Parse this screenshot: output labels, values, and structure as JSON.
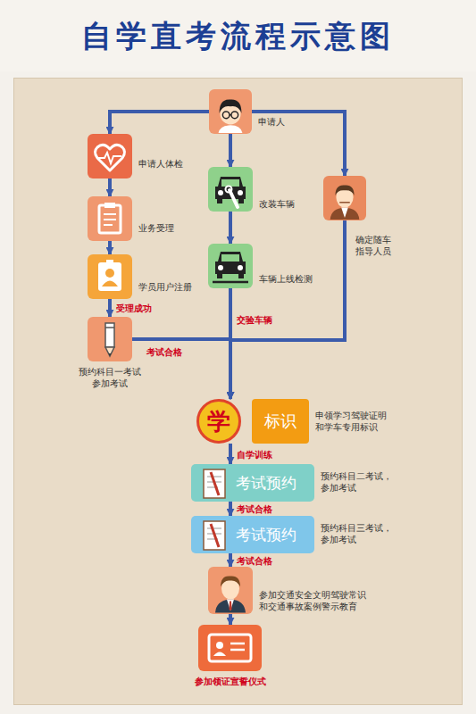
{
  "diagram": {
    "title": "自学直考流程示意图",
    "nodes": [
      {
        "text": [
          "申请人"
        ]
      },
      {
        "text": [
          "申请人体检"
        ]
      },
      {
        "text": [
          "改装车辆"
        ]
      },
      {
        "text": [
          "确定随车 指导人员"
        ]
      },
      {
        "text": [
          "业务受理"
        ]
      },
      {
        "text": [
          "车辆上线检测"
        ]
      },
      {
        "text": [
          "学员用户注册"
        ]
      },
      {
        "text": [
          "预约科目一考试 参加考试"
        ]
      },
      {
        "text": [
          "学"
        ]
      },
      {
        "text": [
          "标识",
          "申领学习驾驶证明 和学车专用标识"
        ]
      },
      {
        "text": [
          "考试预约",
          "预约科目二考试， 参加考试"
        ]
      },
      {
        "text": [
          "考试预约",
          "预约科目三考试， 参加考试"
        ]
      },
      {
        "text": [
          "参加交通安全文明驾驶常识 和交通事故案例警示教育"
        ]
      },
      {
        "text": [
          "参加领证宣誓仪式"
        ]
      }
    ],
    "edges": [
      {
        "from": 0,
        "to": 1,
        "arrow": "to"
      },
      {
        "from": 0,
        "to": 2,
        "arrow": "to"
      },
      {
        "from": 0,
        "to": 3,
        "arrow": "to"
      },
      {
        "from": 1,
        "to": 4,
        "arrow": "to"
      },
      {
        "from": 2,
        "to": 5,
        "arrow": "to"
      },
      {
        "from": 4,
        "to": 6,
        "arrow": "to"
      },
      {
        "from": 6,
        "to": 7,
        "label": "受理成功",
        "arrow": "to"
      },
      {
        "from": 7,
        "to": 8,
        "label": "考试合格",
        "arrow": "to"
      },
      {
        "from": 3,
        "to": 8,
        "arrow": "to"
      },
      {
        "from": 5,
        "to": 8,
        "label": "交验车辆",
        "arrow": "to"
      },
      {
        "from": 8,
        "to": 10,
        "label": "自学训练",
        "arrow": "to"
      },
      {
        "from": 10,
        "to": 11,
        "label": "考试合格",
        "arrow": "to"
      },
      {
        "from": 11,
        "to": 12,
        "label": "考试合格",
        "arrow": "to"
      },
      {
        "from": 12,
        "to": 13,
        "arrow": "to"
      }
    ]
  }
}
